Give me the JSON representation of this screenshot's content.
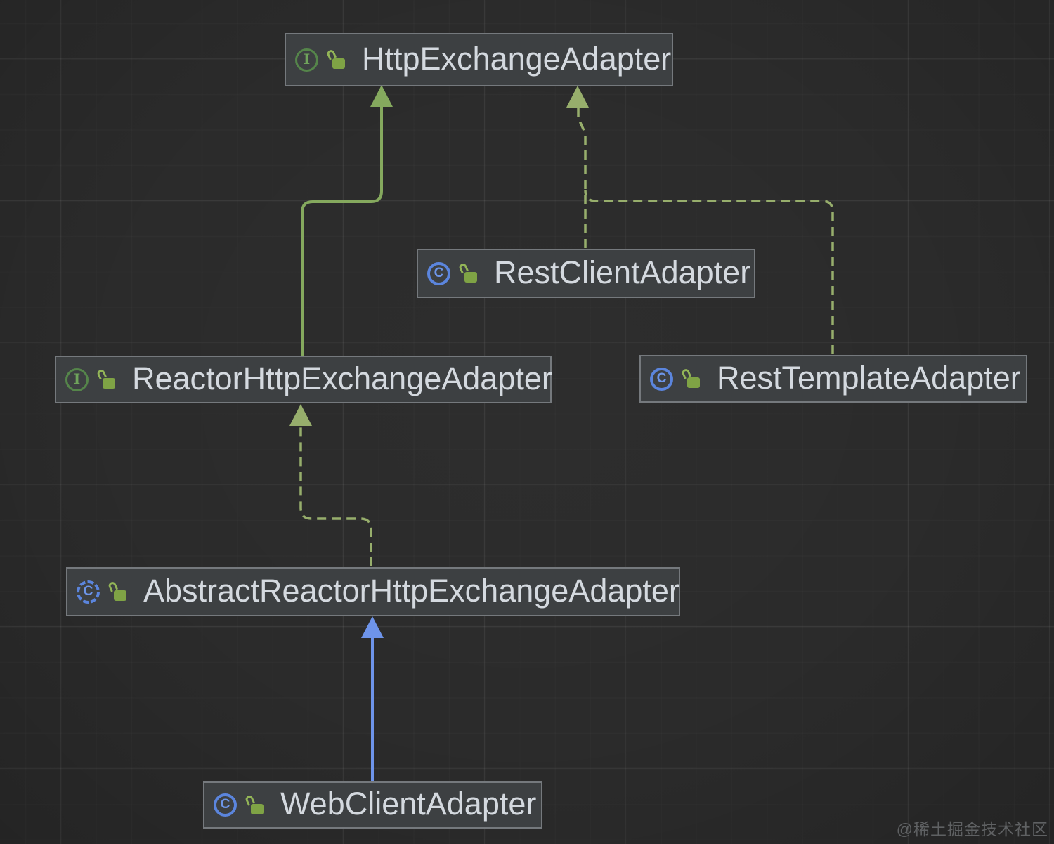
{
  "diagram": {
    "tool": "uml-class-diagram",
    "icon_glyphs": {
      "interface": "I",
      "class": "C",
      "abstract_class": "C"
    },
    "colors": {
      "background": "#2b2b2b",
      "node_fill": "#3d4042",
      "node_border": "#75797d",
      "node_text": "#d4d9df",
      "extends_edge_green": "#85a95e",
      "implements_edge_green": "#97ae6c",
      "extends_edge_blue": "#6e94ea",
      "interface_icon_green": "#6fa35b",
      "class_icon_blue": "#6d95e8",
      "lock_icon_green": "#7fa345"
    },
    "nodes": [
      {
        "label": "HttpExchangeAdapter",
        "kind": "interface",
        "visibility": "public"
      },
      {
        "label": "RestClientAdapter",
        "kind": "class",
        "visibility": "public"
      },
      {
        "label": "ReactorHttpExchangeAdapter",
        "kind": "interface",
        "visibility": "public"
      },
      {
        "label": "RestTemplateAdapter",
        "kind": "class",
        "visibility": "public"
      },
      {
        "label": "AbstractReactorHttpExchangeAdapter",
        "kind": "abstract-class",
        "visibility": "public"
      },
      {
        "label": "WebClientAdapter",
        "kind": "class",
        "visibility": "public"
      }
    ],
    "edges": [
      {
        "from": "ReactorHttpExchangeAdapter",
        "to": "HttpExchangeAdapter",
        "relation": "extends",
        "style": "solid",
        "color": "#85a95e"
      },
      {
        "from": "RestClientAdapter",
        "to": "HttpExchangeAdapter",
        "relation": "implements",
        "style": "dashed",
        "color": "#97ae6c"
      },
      {
        "from": "RestTemplateAdapter",
        "to": "HttpExchangeAdapter",
        "relation": "implements",
        "style": "dashed",
        "color": "#97ae6c"
      },
      {
        "from": "AbstractReactorHttpExchangeAdapter",
        "to": "ReactorHttpExchangeAdapter",
        "relation": "implements",
        "style": "dashed",
        "color": "#97ae6c"
      },
      {
        "from": "WebClientAdapter",
        "to": "AbstractReactorHttpExchangeAdapter",
        "relation": "extends",
        "style": "solid",
        "color": "#6e94ea"
      }
    ],
    "watermark": "@稀土掘金技术社区"
  }
}
